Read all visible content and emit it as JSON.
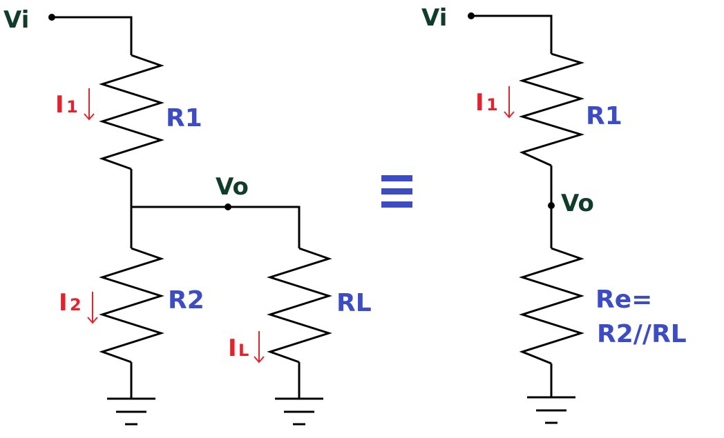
{
  "left_circuit": {
    "input_label": "Vi",
    "output_label": "Vo",
    "r1_label": "R1",
    "r2_label": "R2",
    "rl_label": "RL",
    "i1_main": "I",
    "i1_sub": "1",
    "i2_main": "I",
    "i2_sub": "2",
    "il_main": "I",
    "il_sub": "L"
  },
  "equivalence_symbol": "≡",
  "right_circuit": {
    "input_label": "Vi",
    "output_label": "Vo",
    "r1_label": "R1",
    "i1_main": "I",
    "i1_sub": "1",
    "re_label_line1": "Re=",
    "re_label_line2": "R2//RL"
  },
  "colors": {
    "node_label": "#0f3d2a",
    "resistor_label": "#3b4cc4",
    "current_label": "#e8202a",
    "wire": "#000000"
  }
}
